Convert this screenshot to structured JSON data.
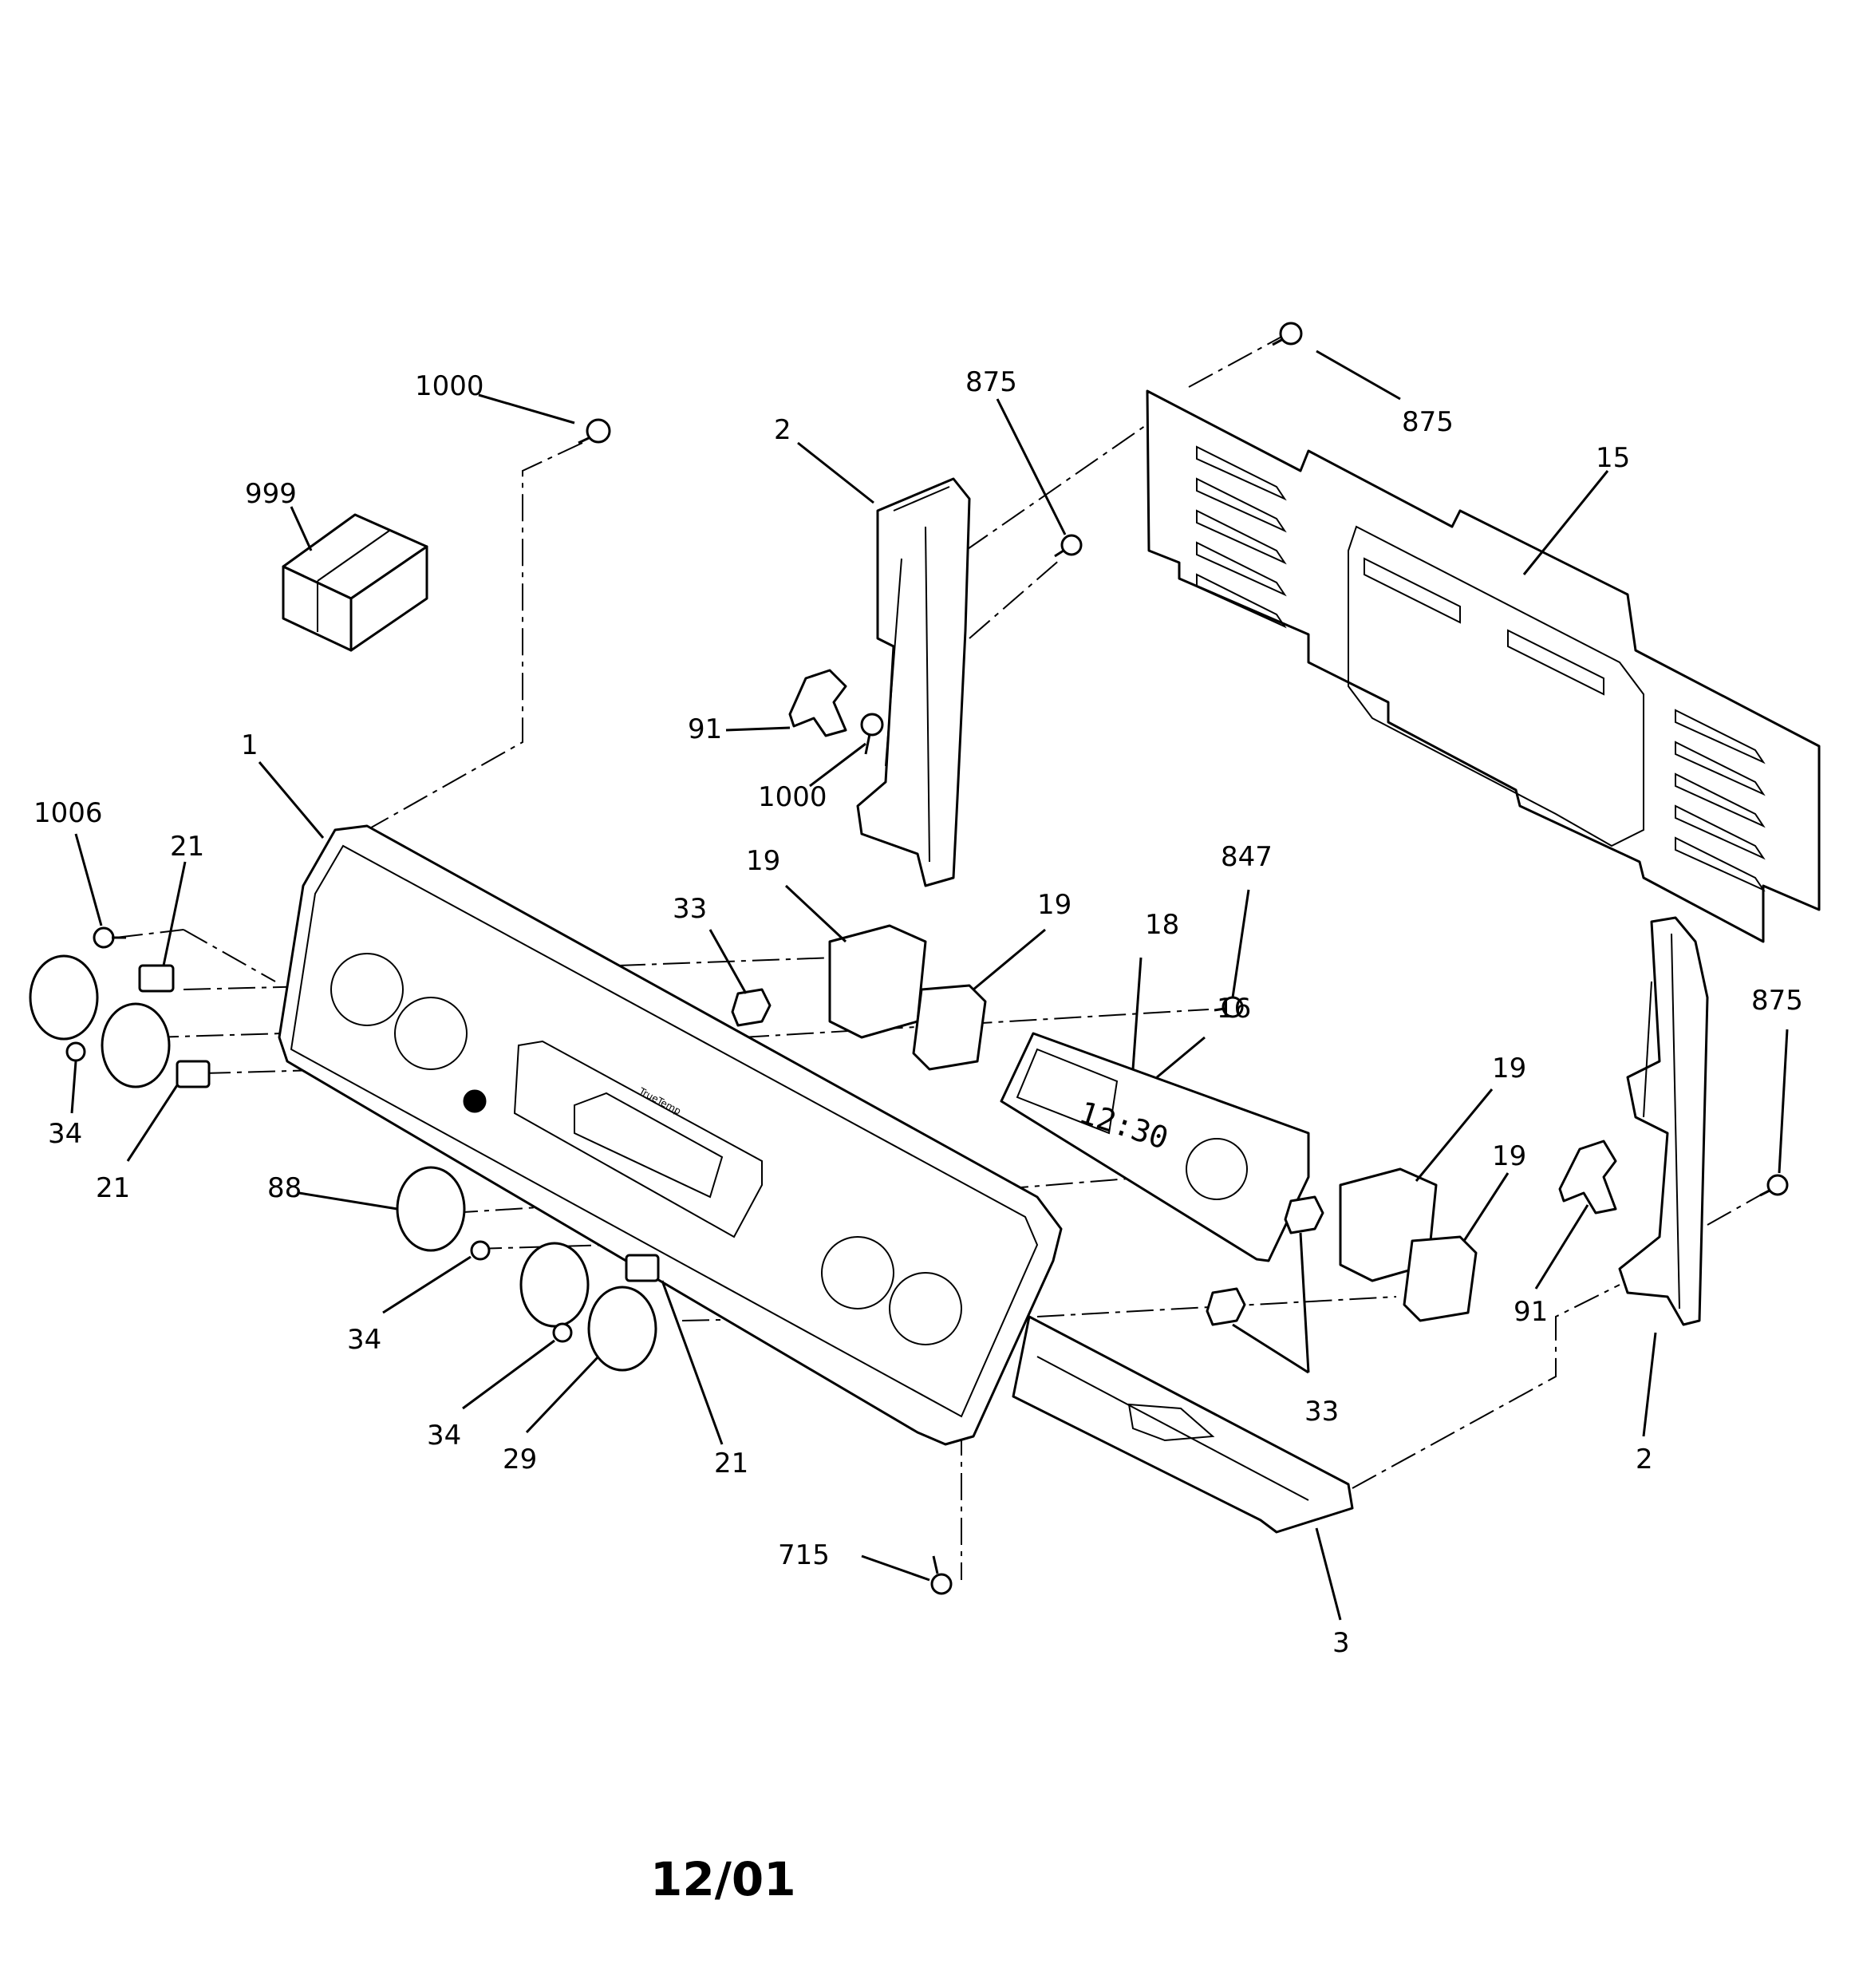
{
  "diagram": {
    "date_code": "12/01",
    "display_readout": "12:30",
    "panel_brand": "TrueTemp",
    "callouts": {
      "part_1": "1",
      "part_2_upper": "2",
      "part_2_lower": "2",
      "part_3": "3",
      "part_15": "15",
      "part_16": "16",
      "part_18": "18",
      "part_19_a": "19",
      "part_19_b": "19",
      "part_19_c": "19",
      "part_19_d": "19",
      "part_21_a": "21",
      "part_21_b": "21",
      "part_21_c": "21",
      "part_29": "29",
      "part_33_a": "33",
      "part_33_b": "33",
      "part_34_a": "34",
      "part_34_b": "34",
      "part_34_c": "34",
      "part_88": "88",
      "part_91_a": "91",
      "part_91_b": "91",
      "part_715": "715",
      "part_847": "847",
      "part_875_a": "875",
      "part_875_b": "875",
      "part_875_c": "875",
      "part_999": "999",
      "part_1000_a": "1000",
      "part_1000_b": "1000",
      "part_1006": "1006"
    }
  }
}
